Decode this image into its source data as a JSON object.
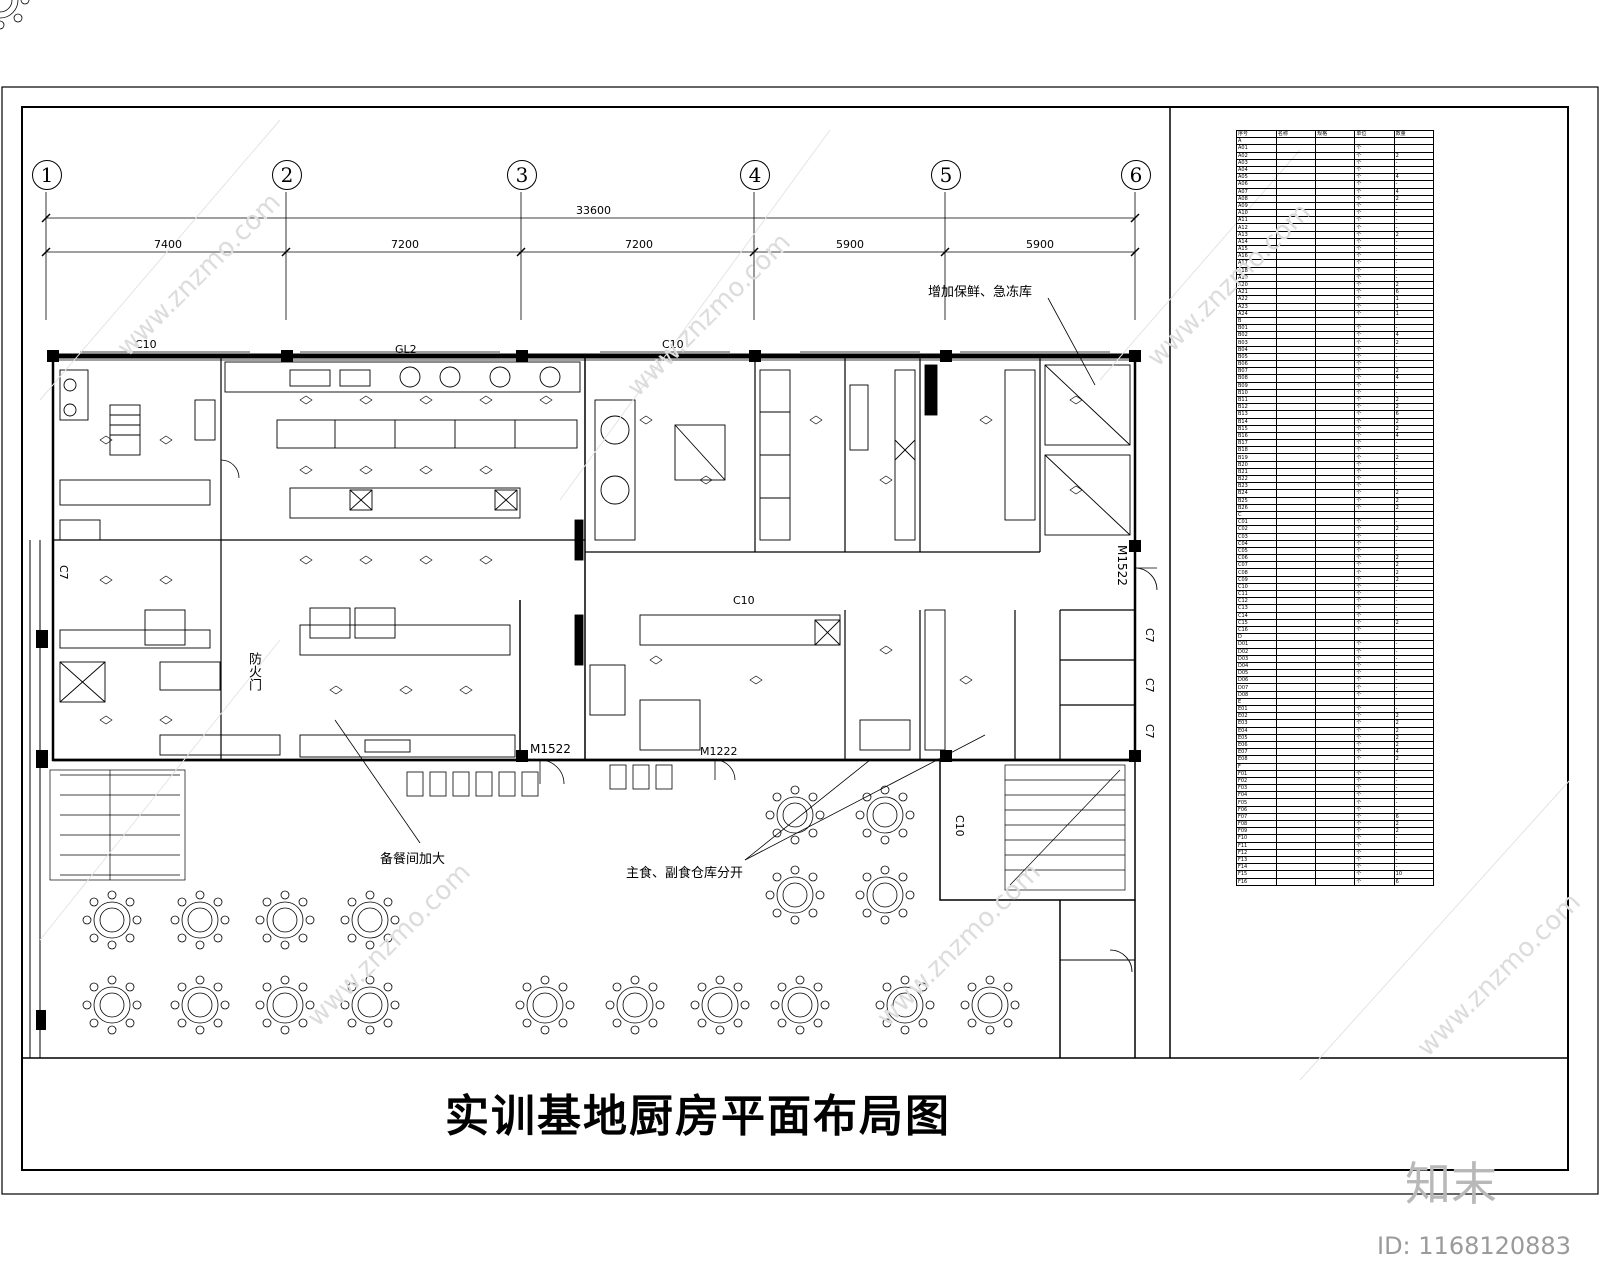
{
  "drawing": {
    "title": "实训基地厨房平面布局图",
    "axes": [
      "1",
      "2",
      "3",
      "4",
      "5",
      "6"
    ],
    "overall_dimension": "33600",
    "bay_dimensions": [
      "7400",
      "7200",
      "7200",
      "5900",
      "5900"
    ],
    "wall_tags": {
      "c10_top_left": "C10",
      "gl2": "GL2",
      "c10_top_mid": "C10",
      "c10_mid": "C10",
      "c10_right_vertical": "C10",
      "c7_left": "C7",
      "c7_r1": "C7",
      "c7_r2": "C7",
      "c7_r3": "C7"
    },
    "doors": {
      "m1522_a": "M1522",
      "m1222": "M1222",
      "m1522_b": "M1522"
    },
    "rooms": {
      "fire_door": "防火门"
    },
    "annotations": {
      "cold_storage": "增加保鲜、急冻库",
      "prep_enlarge": "备餐间加大",
      "storage_split": "主食、副食仓库分开"
    }
  },
  "equipment_table": {
    "header": [
      "序号",
      "名称",
      "规格",
      "单位",
      "数量"
    ],
    "rows": [
      [
        "A",
        "",
        "",
        "",
        ""
      ],
      [
        "A01",
        "",
        "",
        "个",
        ""
      ],
      [
        "A02",
        "",
        "",
        "个",
        "2"
      ],
      [
        "A03",
        "",
        "",
        "个",
        "-"
      ],
      [
        "A04",
        "",
        "",
        "个",
        "-"
      ],
      [
        "A05",
        "",
        "",
        "个",
        "4"
      ],
      [
        "A06",
        "",
        "",
        "个",
        "-"
      ],
      [
        "A07",
        "",
        "",
        "个",
        "4"
      ],
      [
        "A08",
        "",
        "",
        "个",
        "2"
      ],
      [
        "A09",
        "",
        "",
        "个",
        "-"
      ],
      [
        "A10",
        "",
        "",
        "个",
        "-"
      ],
      [
        "A11",
        "",
        "",
        "个",
        "-"
      ],
      [
        "A12",
        "",
        "",
        "个",
        "-"
      ],
      [
        "A13",
        "",
        "",
        "个",
        "2"
      ],
      [
        "A14",
        "",
        "",
        "个",
        "-"
      ],
      [
        "A15",
        "",
        "",
        "个",
        "-"
      ],
      [
        "A16",
        "",
        "",
        "个",
        "-"
      ],
      [
        "A17",
        "",
        "",
        "个",
        "-"
      ],
      [
        "A18",
        "",
        "",
        "个",
        "-"
      ],
      [
        "A19",
        "",
        "",
        "个",
        "-"
      ],
      [
        "A20",
        "",
        "",
        "个",
        "2"
      ],
      [
        "A21",
        "",
        "",
        "个",
        "6"
      ],
      [
        "A22",
        "",
        "",
        "个",
        "1"
      ],
      [
        "A23",
        "",
        "",
        "个",
        "1"
      ],
      [
        "A24",
        "",
        "",
        "个",
        "1"
      ],
      [
        "B",
        "",
        "",
        "",
        ""
      ],
      [
        "B01",
        "",
        "",
        "个",
        "-"
      ],
      [
        "B02",
        "",
        "",
        "个",
        "4"
      ],
      [
        "B03",
        "",
        "",
        "个",
        "2"
      ],
      [
        "B04",
        "",
        "",
        "个",
        "-"
      ],
      [
        "B05",
        "",
        "",
        "个",
        "-"
      ],
      [
        "B06",
        "",
        "",
        "个",
        "-"
      ],
      [
        "B07",
        "",
        "",
        "个",
        "2"
      ],
      [
        "B08",
        "",
        "",
        "个",
        "4"
      ],
      [
        "B09",
        "",
        "",
        "个",
        "-"
      ],
      [
        "B10",
        "",
        "",
        "个",
        "-"
      ],
      [
        "B11",
        "",
        "",
        "个",
        "2"
      ],
      [
        "B12",
        "",
        "",
        "个",
        "2"
      ],
      [
        "B13",
        "",
        "",
        "个",
        "6"
      ],
      [
        "B14",
        "",
        "",
        "个",
        "2"
      ],
      [
        "B15",
        "",
        "",
        "个",
        "2"
      ],
      [
        "B16",
        "",
        "",
        "个",
        "4"
      ],
      [
        "B17",
        "",
        "",
        "个",
        "-"
      ],
      [
        "B18",
        "",
        "",
        "个",
        "-"
      ],
      [
        "B19",
        "",
        "",
        "个",
        "2"
      ],
      [
        "B20",
        "",
        "",
        "个",
        "-"
      ],
      [
        "B21",
        "",
        "",
        "个",
        "-"
      ],
      [
        "B22",
        "",
        "",
        "个",
        "-"
      ],
      [
        "B23",
        "",
        "",
        "个",
        "-"
      ],
      [
        "B24",
        "",
        "",
        "个",
        "2"
      ],
      [
        "B25",
        "",
        "",
        "个",
        "2"
      ],
      [
        "B26",
        "",
        "",
        "个",
        "2"
      ],
      [
        "C",
        "",
        "",
        "",
        ""
      ],
      [
        "C01",
        "",
        "",
        "个",
        "-"
      ],
      [
        "C02",
        "",
        "",
        "个",
        "2"
      ],
      [
        "C03",
        "",
        "",
        "个",
        "-"
      ],
      [
        "C04",
        "",
        "",
        "个",
        "-"
      ],
      [
        "C05",
        "",
        "",
        "个",
        "-"
      ],
      [
        "C06",
        "",
        "",
        "个",
        "2"
      ],
      [
        "C07",
        "",
        "",
        "个",
        "2"
      ],
      [
        "C08",
        "",
        "",
        "个",
        "2"
      ],
      [
        "C09",
        "",
        "",
        "个",
        "2"
      ],
      [
        "C10",
        "",
        "",
        "个",
        "-"
      ],
      [
        "C11",
        "",
        "",
        "个",
        "-"
      ],
      [
        "C12",
        "",
        "",
        "个",
        "-"
      ],
      [
        "C13",
        "",
        "",
        "个",
        "-"
      ],
      [
        "C14",
        "",
        "",
        "个",
        "-"
      ],
      [
        "C15",
        "",
        "",
        "个",
        "2"
      ],
      [
        "C16",
        "",
        "",
        "个",
        "-"
      ],
      [
        "D",
        "",
        "",
        "",
        ""
      ],
      [
        "D01",
        "",
        "",
        "个",
        "-"
      ],
      [
        "D02",
        "",
        "",
        "个",
        "-"
      ],
      [
        "D03",
        "",
        "",
        "个",
        "-"
      ],
      [
        "D04",
        "",
        "",
        "个",
        "-"
      ],
      [
        "D05",
        "",
        "",
        "个",
        "-"
      ],
      [
        "D06",
        "",
        "",
        "个",
        "-"
      ],
      [
        "D07",
        "",
        "",
        "个",
        "-"
      ],
      [
        "D08",
        "",
        "",
        "个",
        "-"
      ],
      [
        "E",
        "",
        "",
        "",
        ""
      ],
      [
        "E01",
        "",
        "",
        "个",
        "-"
      ],
      [
        "E02",
        "",
        "",
        "个",
        "2"
      ],
      [
        "E03",
        "",
        "",
        "个",
        "2"
      ],
      [
        "E04",
        "",
        "",
        "个",
        "2"
      ],
      [
        "E05",
        "",
        "",
        "个",
        "2"
      ],
      [
        "E06",
        "",
        "",
        "个",
        "2"
      ],
      [
        "E07",
        "",
        "",
        "个",
        "4"
      ],
      [
        "E08",
        "",
        "",
        "个",
        "2"
      ],
      [
        "F",
        "",
        "",
        "",
        ""
      ],
      [
        "F01",
        "",
        "",
        "个",
        "-"
      ],
      [
        "F02",
        "",
        "",
        "个",
        "-"
      ],
      [
        "F03",
        "",
        "",
        "个",
        "-"
      ],
      [
        "F04",
        "",
        "",
        "个",
        "-"
      ],
      [
        "F05",
        "",
        "",
        "个",
        "-"
      ],
      [
        "F06",
        "",
        "",
        "个",
        "-"
      ],
      [
        "F07",
        "",
        "",
        "个",
        "6"
      ],
      [
        "F08",
        "",
        "",
        "个",
        "2"
      ],
      [
        "F09",
        "",
        "",
        "个",
        "2"
      ],
      [
        "F10",
        "",
        "",
        "个",
        "-"
      ],
      [
        "F11",
        "",
        "",
        "个",
        "-"
      ],
      [
        "F12",
        "",
        "",
        "个",
        "-"
      ],
      [
        "F13",
        "",
        "",
        "个",
        "-"
      ],
      [
        "F14",
        "",
        "",
        "个",
        "-"
      ],
      [
        "F15",
        "",
        "",
        "个",
        "10"
      ],
      [
        "F16",
        "",
        "",
        "个",
        "6"
      ]
    ]
  },
  "watermark": {
    "brand": "知末",
    "site": "www.znzmo.com",
    "id_label": "ID: 1168120883"
  }
}
